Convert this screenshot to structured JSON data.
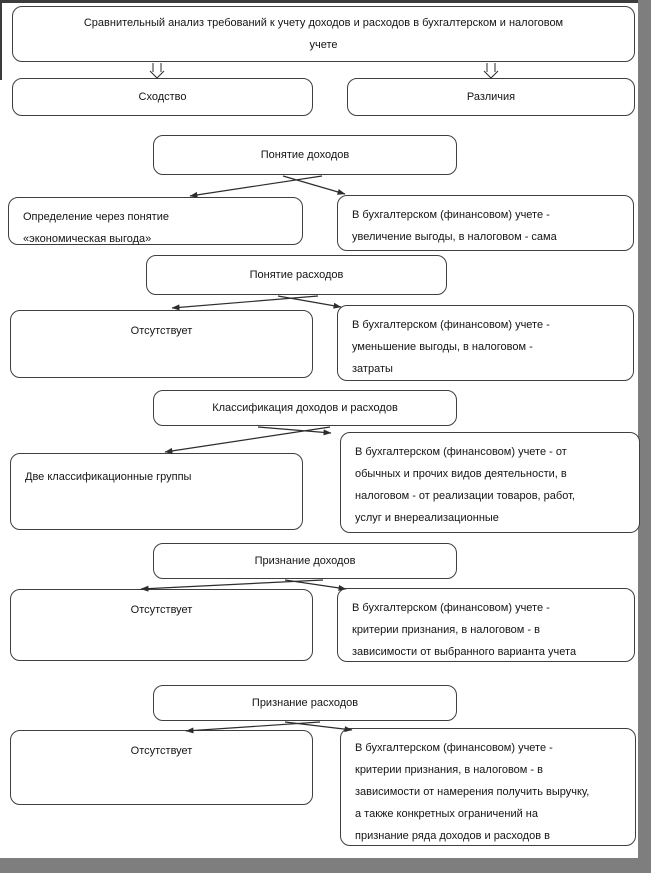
{
  "diagram": {
    "title": "Сравнительный анализ требований к учету доходов и расходов в бухгалтерском и налоговом\nучете",
    "columns": {
      "similarity": "Сходство",
      "difference": "Различия"
    },
    "sections": [
      {
        "header": "Понятие доходов",
        "similarity": "Определение через понятие\n«экономическая выгода»",
        "difference": "В бухгалтерском (финансовом) учете -\nувеличение выгоды, в налоговом - сама"
      },
      {
        "header": "Понятие расходов",
        "similarity": "Отсутствует",
        "difference": "В бухгалтерском (финансовом) учете -\nуменьшение выгоды, в налоговом -\nзатраты"
      },
      {
        "header": "Классификация доходов и расходов",
        "similarity": "Две классификационные группы",
        "difference": "В бухгалтерском (финансовом) учете - от\nобычных и прочих видов деятельности, в\nналоговом - от реализации товаров, работ,\nуслуг и внереализационные"
      },
      {
        "header": "Признание доходов",
        "similarity": "Отсутствует",
        "difference": "В бухгалтерском (финансовом) учете -\nкритерии признания, в налоговом - в\nзависимости от выбранного варианта учета"
      },
      {
        "header": "Признание расходов",
        "similarity": "Отсутствует",
        "difference": "В бухгалтерском (финансовом) учете -\nкритерии признания, в налоговом - в\nзависимости от намерения получить выручку,\nа также конкретных ограничений на\nпризнание ряда доходов и расходов в"
      }
    ],
    "style": {
      "box_border": "#3f3f3f",
      "frame_dark": "#3c3c3c",
      "frame_gray": "#7e7e7e",
      "background": "#ffffff",
      "arrow_color": "#2d2d2d"
    }
  }
}
